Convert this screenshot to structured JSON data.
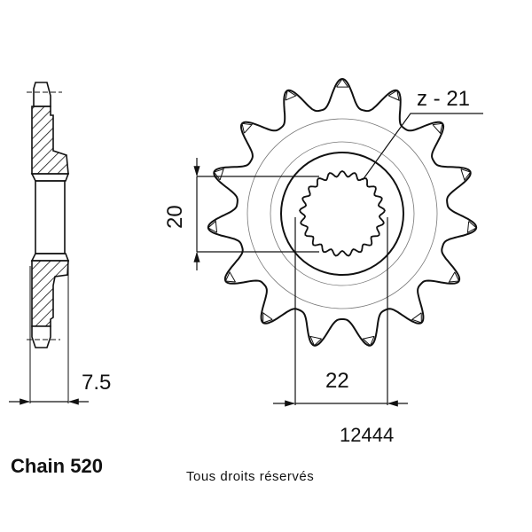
{
  "drawing": {
    "tooth_label": "z - 21",
    "width_dimension": "7.5",
    "spline_height_dimension": "20",
    "spline_width_dimension": "22",
    "part_number": "12444",
    "chain": "Chain 520",
    "copyright": "Tous droits réservés",
    "sprocket_teeth": 15,
    "spline_teeth": 21,
    "line_color": "#111111"
  }
}
